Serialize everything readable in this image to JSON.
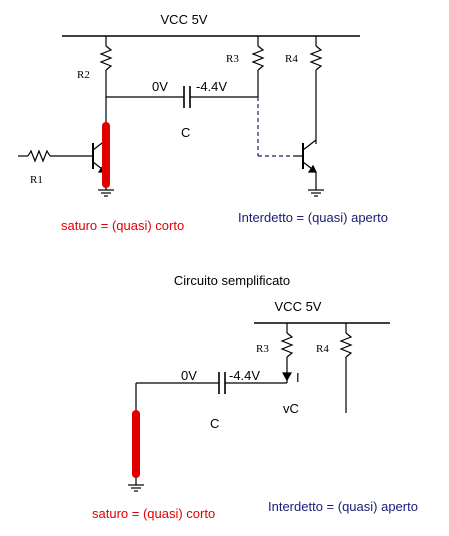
{
  "colors": {
    "wire": "#000000",
    "highlight": "#e00000",
    "saturated_text": "#e00000",
    "cutoff_text": "#1a1a7a",
    "dashed": "#1a1a7a"
  },
  "top": {
    "vcc": "VCC 5V",
    "r1": "R1",
    "r2": "R2",
    "r3": "R3",
    "r4": "R4",
    "v_left": "0V",
    "v_right": "-4.4V",
    "cap": "C",
    "saturated": "saturo = (quasi) corto",
    "cutoff": "Interdetto = (quasi) aperto"
  },
  "subtitle": "Circuito semplificato",
  "bottom": {
    "vcc": "VCC 5V",
    "r3": "R3",
    "r4": "R4",
    "v_left": "0V",
    "v_right": "-4.4V",
    "current": "I",
    "vc": "vC",
    "cap": "C",
    "saturated": "saturo = (quasi) corto",
    "cutoff": "Interdetto = (quasi) aperto"
  }
}
